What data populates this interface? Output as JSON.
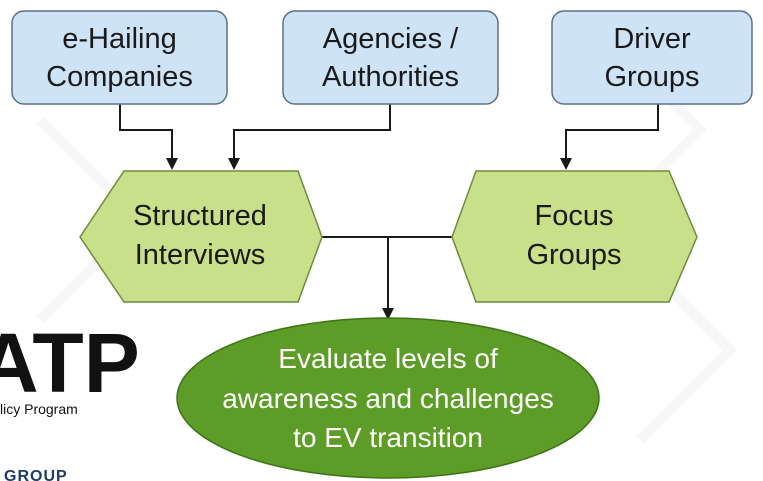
{
  "colors": {
    "source_fill": "#cfe3f7",
    "source_stroke": "#5b6f86",
    "method_fill": "#c8e08a",
    "method_stroke": "#6f8a3c",
    "outcome_fill": "#5c9c27",
    "outcome_stroke": "#3f7417",
    "connector": "#1a1a1a"
  },
  "sources": [
    {
      "lines": [
        "e-Hailing",
        "Companies"
      ]
    },
    {
      "lines": [
        "Agencies /",
        "Authorities"
      ]
    },
    {
      "lines": [
        "Driver",
        "Groups"
      ]
    }
  ],
  "methods": [
    {
      "lines": [
        "Structured",
        "Interviews"
      ]
    },
    {
      "lines": [
        "Focus",
        "Groups"
      ]
    }
  ],
  "outcome": {
    "lines": [
      "Evaluate levels of",
      "awareness and challenges",
      "to EV transition"
    ]
  },
  "logo": {
    "big_text": "ATP",
    "small_text": "licy Program",
    "cut_text": "GROUP"
  }
}
